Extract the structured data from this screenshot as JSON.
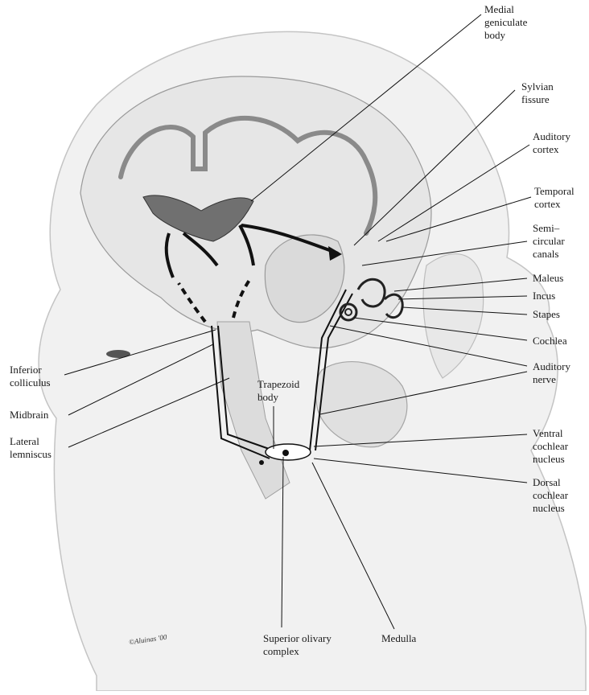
{
  "labels": {
    "medial_geniculate_body": "Medial\ngeniculate\nbody",
    "sylvian_fissure": "Sylvian\nfissure",
    "auditory_cortex": "Auditory\ncortex",
    "temporal_cortex": "Temporal\ncortex",
    "semicircular_canals": "Semi–\ncircular\ncanals",
    "malleus": "Maleus",
    "incus": "Incus",
    "stapes": "Stapes",
    "cochlea": "Cochlea",
    "auditory_nerve": "Auditory\nnerve",
    "ventral_cochlear_nucleus": "Ventral\ncochlear\nnucleus",
    "dorsal_cochlear_nucleus": "Dorsal\ncochlear\nnucleus",
    "medulla": "Medulla",
    "superior_olivary_complex": "Superior olivary\ncomplex",
    "trapezoid_body": "Trapezoid\nbody",
    "inferior_colliculus": "Inferior\ncolliculus",
    "midbrain": "Midbrain",
    "lateral_lemniscus": "Lateral\nlemniscus"
  },
  "signature": "©Aluinas '00",
  "colors": {
    "line": "#111111",
    "head_fill": "#f1f1f1",
    "head_stroke": "#c4c4c4",
    "brain_fill": "#e6e6e6",
    "thalamus": "#707070"
  }
}
